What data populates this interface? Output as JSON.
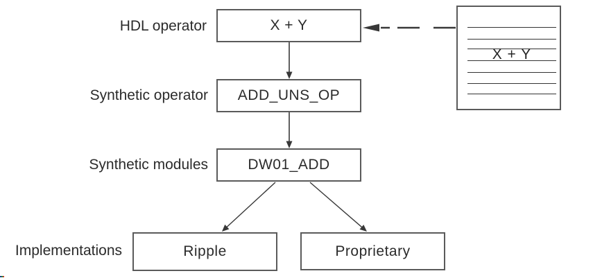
{
  "labels": {
    "row1": "HDL operator",
    "row2": "Synthetic operator",
    "row3": "Synthetic modules",
    "row4": "Implementations"
  },
  "boxes": {
    "hdl_operator": "X + Y",
    "synthetic_operator": "ADD_UNS_OP",
    "synthetic_module": "DW01_ADD",
    "implementation_left": "Ripple",
    "implementation_right": "Proprietary"
  },
  "document": {
    "code_text": "X + Y"
  },
  "colors": {
    "text": "#2b2b2b",
    "box_border": "#5a5a5a",
    "arrow": "#383838",
    "document_line": "#333333"
  }
}
